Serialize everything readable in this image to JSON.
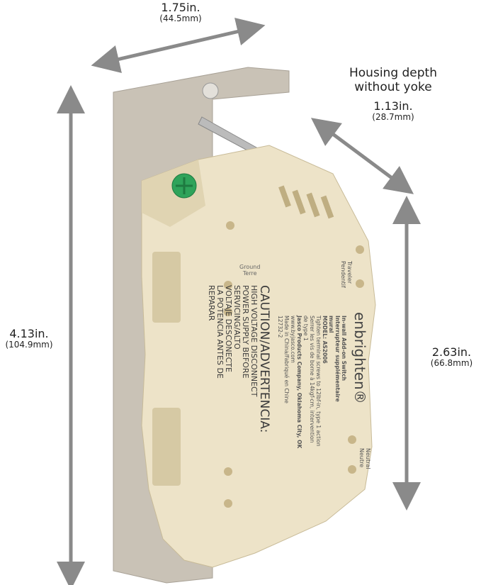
{
  "dimensions": {
    "width": {
      "value": "1.75in.",
      "metric": "(44.5mm)"
    },
    "height": {
      "value": "4.13in.",
      "metric": "(104.9mm)"
    },
    "housing_depth": {
      "title_line1": "Housing depth",
      "title_line2": "without yoke",
      "value": "1.13in.",
      "metric": "(28.7mm)"
    },
    "housing_height": {
      "value": "2.63in.",
      "metric": "(66.8mm)"
    }
  },
  "device": {
    "brand": "enbrighten®",
    "ground_label": [
      "Ground",
      "Terre"
    ],
    "traveler_label": [
      "Traveler",
      "Pendentif"
    ],
    "neutral_label": [
      "Neutral",
      "Neutre"
    ],
    "product_lines": [
      "In-wall Add-on Switch",
      "Interrupteur supplémentaire",
      "mural",
      "MODEL: AS2006",
      "Tighten terminal screws to 12lbf-in, type 1 action",
      "Serrer les vis de borne à 14kgf-cm, intervention",
      "de type 1",
      "Jasco Products Company, Oklahoma City, OK",
      "www.byjasco.com",
      "Made in China/Fabriqué en Chine",
      "12732-2"
    ],
    "caution_lines": [
      "CAUTION/ADVERTENCIA:",
      "HIGH VOLTAGE DISCONNECT",
      "POWER SUPPLY BEFORE",
      "SERVICING/ALTO",
      "VOLTAJE DESCONECTE",
      "LA POTENCIA ANTES DE",
      "REPARAR"
    ]
  },
  "colors": {
    "arrow": "#8a8a8a",
    "housing": "#ede3c8",
    "plate": "#c9c2b6",
    "screw": "#2fa35a"
  }
}
